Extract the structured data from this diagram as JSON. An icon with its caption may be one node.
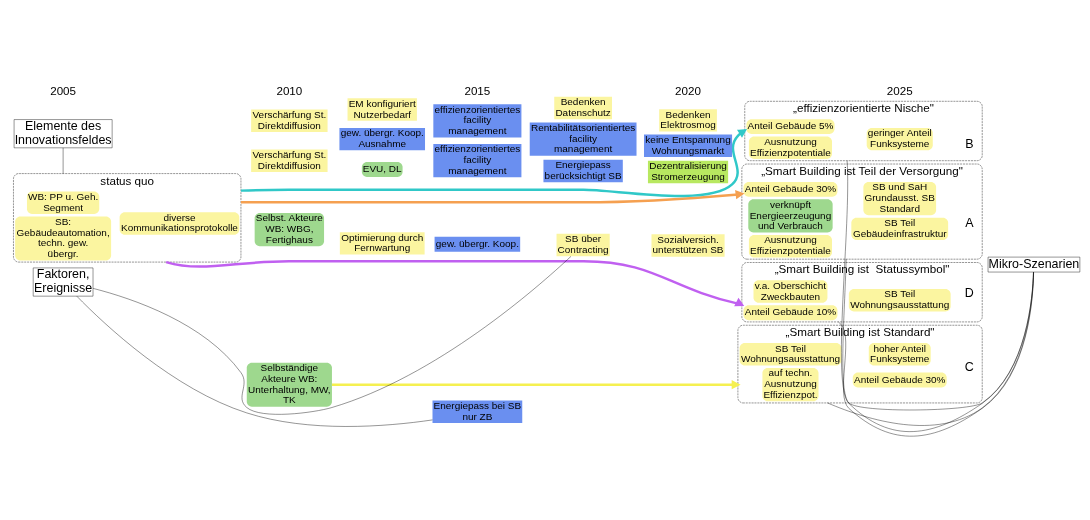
{
  "diagram": {
    "nodes": [
      {
        "text": [
          "status quo"
        ]
      },
      {
        "text": [
          "WB: PP u. Geh. Segment"
        ],
        "in": 0
      },
      {
        "text": [
          "diverse Kommunikationsprotokolle"
        ],
        "in": 0
      },
      {
        "text": [
          "SB: Gebäudeautomation, techn. gew. übergr."
        ],
        "in": 0
      },
      {
        "text": [
          "Selbst. Akteure WB: WBG, Fertighaus"
        ]
      },
      {
        "text": [
          "EVU, DL"
        ]
      },
      {
        "text": [
          "Selbständige Akteure WB: Unterhaltung, MW, TK"
        ]
      },
      {
        "text": [
          "Verschärfung St. Direktdiffusion"
        ]
      },
      {
        "text": [
          "Optimierung durch Fernwartung"
        ]
      },
      {
        "text": [
          "effizienzorientiertes facility management"
        ]
      },
      {
        "text": [
          "gew. übergr. Koop."
        ]
      },
      {
        "text": [
          "SB über Contracting"
        ]
      },
      {
        "text": [
          "Energiepass berücksichtigt SB"
        ]
      },
      {
        "text": [
          "Rentabilitätsorientiertes facility management"
        ]
      },
      {
        "text": [
          "Sozialversich. unterstützen SB"
        ]
      },
      {
        "text": [
          "Dezentralisierung Stromerzeugung"
        ]
      },
      {
        "text": [
          "gew. übergr. Koop. Ausnahme"
        ]
      },
      {
        "text": [
          "Energiepass bei SB nur ZB"
        ]
      },
      {
        "text": [
          "keine Entspannung Wohnungsmarkt"
        ]
      },
      {
        "text": [
          "Verschärfung St. Direktdiffusion"
        ]
      },
      {
        "text": [
          "EM konfiguriert Nutzerbedarf"
        ]
      },
      {
        "text": [
          "effizienzorientiertes facility management"
        ]
      },
      {
        "text": [
          "Bedenken Datenschutz"
        ]
      },
      {
        "text": [
          "Bedenken Elektrosmog"
        ]
      },
      {
        "text": [
          "„Smart Building ist Teil der Versorgung\""
        ],
        "beside": [
          "A"
        ]
      },
      {
        "text": [
          "Anteil Gebäude 30%"
        ],
        "in": 24
      },
      {
        "text": [
          "SB und SaH Grundausst. SB Standard"
        ],
        "in": 24
      },
      {
        "text": [
          "verknüpft Energieerzeugung und Verbrauch"
        ],
        "in": 24
      },
      {
        "text": [
          "SB Teil Gebäudeinfrastruktur"
        ],
        "in": 24
      },
      {
        "text": [
          "Ausnutzung Effizienzpotentiale"
        ],
        "in": 24
      },
      {
        "text": [
          "„Smart Building ist Standard\""
        ],
        "beside": [
          "C"
        ]
      },
      {
        "text": [
          "auf techn. Ausnutzung Effizienzpot."
        ],
        "in": 30
      },
      {
        "text": [
          "Anteil Gebäude 30%"
        ],
        "in": 30
      },
      {
        "text": [
          "SB Teil Wohnungsausstattung"
        ],
        "in": 30
      },
      {
        "text": [
          "hoher Anteil Funksysteme"
        ],
        "in": 30
      },
      {
        "text": [
          "„Smart Building ist  Statussymbol\""
        ],
        "beside": [
          "D"
        ]
      },
      {
        "text": [
          "Anteil Gebäude 10%"
        ],
        "in": 35
      },
      {
        "text": [
          "SB Teil Wohnungsausstattung"
        ],
        "in": 35
      },
      {
        "text": [
          "v.a. Oberschicht Zweckbauten"
        ],
        "in": 35
      },
      {
        "text": [
          "„effizienzorientierte Nische\""
        ],
        "beside": [
          "B"
        ]
      },
      {
        "text": [
          "Anteil Gebäude 5%"
        ],
        "in": 39
      },
      {
        "text": [
          "geringer Anteil Funksysteme"
        ],
        "in": 39
      },
      {
        "text": [
          "Ausnutzung Effizienzpotentiale"
        ],
        "in": 39
      },
      {
        "text": [
          "Faktoren, Ereignisse"
        ]
      },
      {
        "text": [
          "Mikro-Szenarien"
        ]
      },
      {
        "text": [
          "Elemente des Innovationsfeldes"
        ]
      }
    ],
    "edges": [
      {
        "from": 0,
        "to": 24,
        "arrow": "to",
        "style": "thick",
        "color": "#f5a050"
      },
      {
        "from": 6,
        "to": 30,
        "arrow": "to",
        "style": "thick",
        "color": "#f5f050"
      },
      {
        "from": 0,
        "to": 35,
        "arrow": "to",
        "style": "thick",
        "color": "#c060f0"
      },
      {
        "from": 0,
        "to": 39,
        "arrow": "to",
        "style": "thick",
        "color": "#30c8c8"
      },
      {
        "from": 43,
        "to": 11,
        "arrow": "none"
      },
      {
        "from": 43,
        "to": 17,
        "arrow": "none"
      },
      {
        "from": 44,
        "to": 24,
        "arrow": "none"
      },
      {
        "from": 44,
        "to": 30,
        "arrow": "none"
      },
      {
        "from": 44,
        "to": 35,
        "arrow": "none"
      },
      {
        "from": 44,
        "to": 39,
        "arrow": "none"
      },
      {
        "from": 45,
        "to": 0,
        "arrow": "none"
      }
    ],
    "labels": [
      "2005",
      "2010",
      "2015",
      "2020",
      "2025"
    ]
  }
}
